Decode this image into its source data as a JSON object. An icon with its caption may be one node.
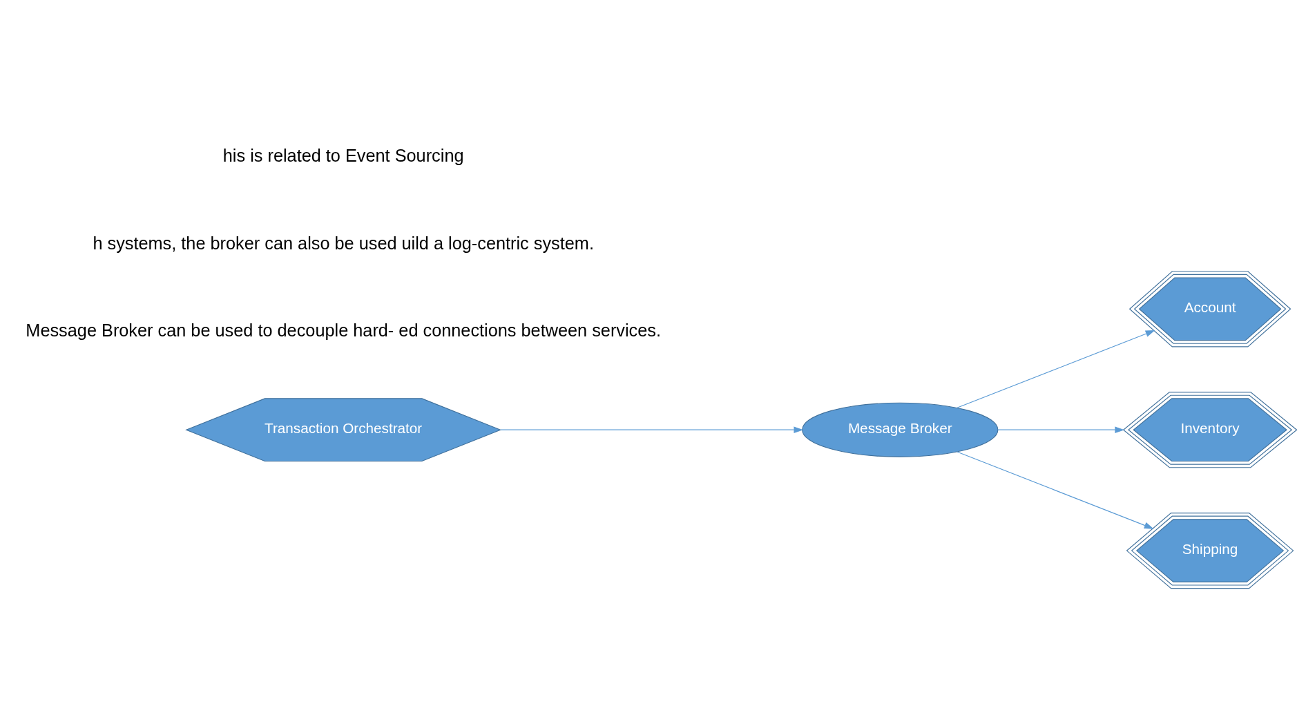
{
  "diagram": {
    "nodes": [
      {
        "text": [
          "Transaction Orchestrator"
        ]
      },
      {
        "text": [
          "Message Broker"
        ]
      },
      {
        "text": [
          "Account"
        ]
      },
      {
        "text": [
          "Inventory"
        ]
      },
      {
        "text": [
          "Shipping"
        ]
      }
    ],
    "edges": [
      {
        "from": 0,
        "to": 1,
        "arrow": "to"
      },
      {
        "from": 1,
        "to": 2,
        "arrow": "to"
      },
      {
        "from": 1,
        "to": 3,
        "arrow": "to"
      },
      {
        "from": 1,
        "to": 4,
        "arrow": "to"
      }
    ],
    "labels": [
      "Message Broker can be used to decouple hard- ed connections between services.",
      "h systems, the broker can also be used uild a log-centric system.",
      "his is related to Event Sourcing"
    ]
  }
}
